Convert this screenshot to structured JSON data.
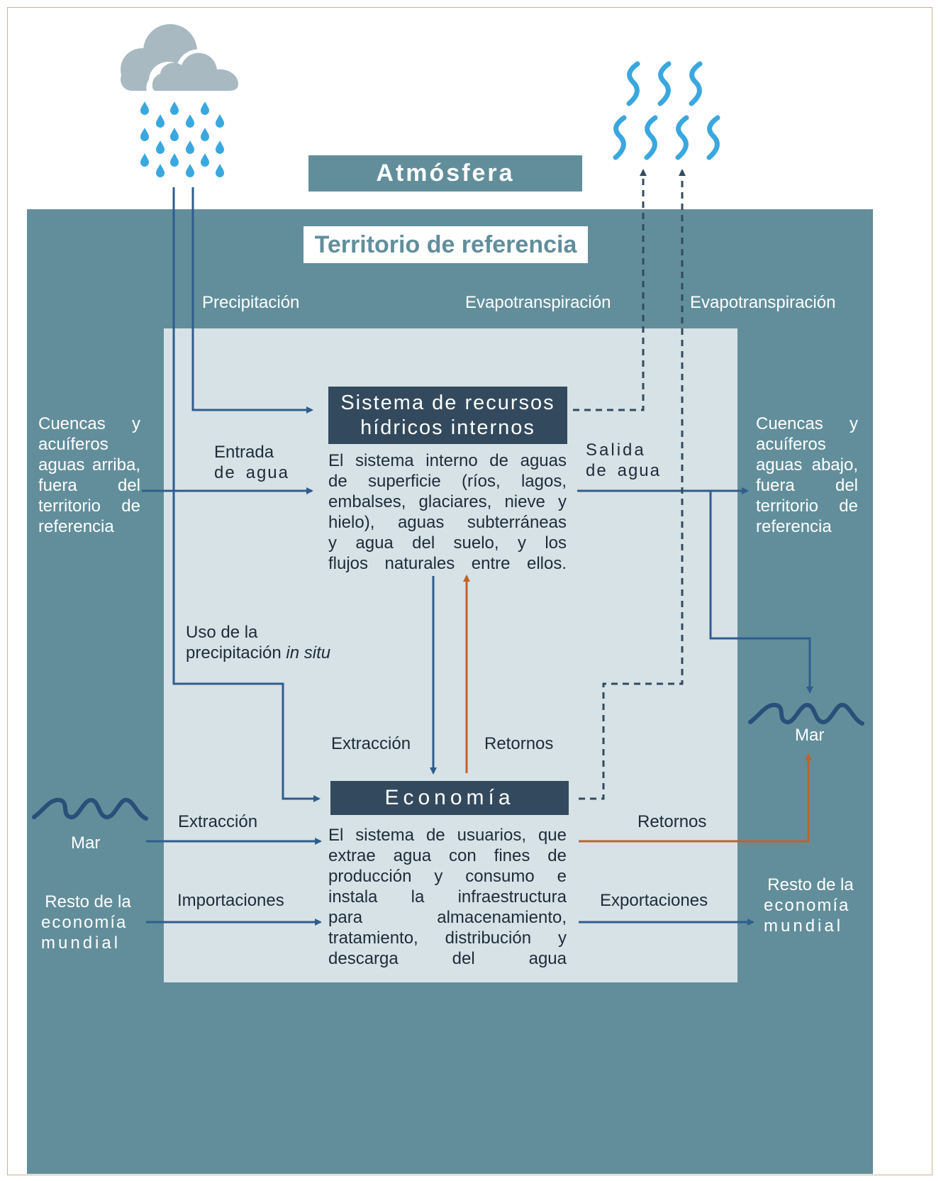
{
  "colors": {
    "territory": "#628e9b",
    "inner_panel": "#d7e2e7",
    "dark_box": "#334a5e",
    "flow_blue": "#2f5d8c",
    "return_orange": "#c0622b",
    "cloud": "#a9b9c1",
    "water_blue": "#3aa7df"
  },
  "titles": {
    "atmosphere": "Atmósfera",
    "territory": "Territorio de referencia"
  },
  "boxes": {
    "system": [
      "Sistema de recursos",
      "hídricos internos"
    ],
    "system_desc": [
      "El sistema interno de aguas",
      "de superficie (ríos, lagos,",
      "embalses, glaciares, nieve y",
      "hielo), aguas subterráneas",
      "y agua del suelo, y los",
      "flujos naturales entre ellos."
    ],
    "economy": "Economía",
    "economy_desc": [
      "El sistema de usuarios, que",
      "extrae agua con fines de",
      "producción y consumo e",
      "instala la infraestructura",
      "para almacenamiento,",
      "tratamiento, distribución y",
      "descarga del agua"
    ]
  },
  "labels": {
    "precipitation": "Precipitación",
    "evapo_1": "Evapotranspiración",
    "evapo_2": "Evapotranspiración",
    "upstream": [
      "Cuencas y",
      "acuíferos",
      "aguas arriba,",
      "fuera del",
      "territorio de",
      "referencia"
    ],
    "downstream": [
      "Cuencas y",
      "acuíferos",
      "aguas abajo,",
      "fuera del",
      "territorio de",
      "referencia"
    ],
    "water_in": [
      "Entrada",
      "de agua"
    ],
    "water_out": [
      "Salida",
      "de agua"
    ],
    "in_situ_1": "Uso de la",
    "in_situ_2": "precipitación",
    "in_situ_em": "in situ",
    "extraction_1": "Extracción",
    "returns_1": "Retornos",
    "extraction_2": "Extracción",
    "returns_2": "Retornos",
    "sea_left": "Mar",
    "sea_right": "Mar",
    "imports": "Importaciones",
    "exports": "Exportaciones",
    "rest_world_left": [
      "Resto de la",
      "economía",
      "mundial"
    ],
    "rest_world_right": [
      "Resto de la",
      "economía",
      "mundial"
    ]
  }
}
